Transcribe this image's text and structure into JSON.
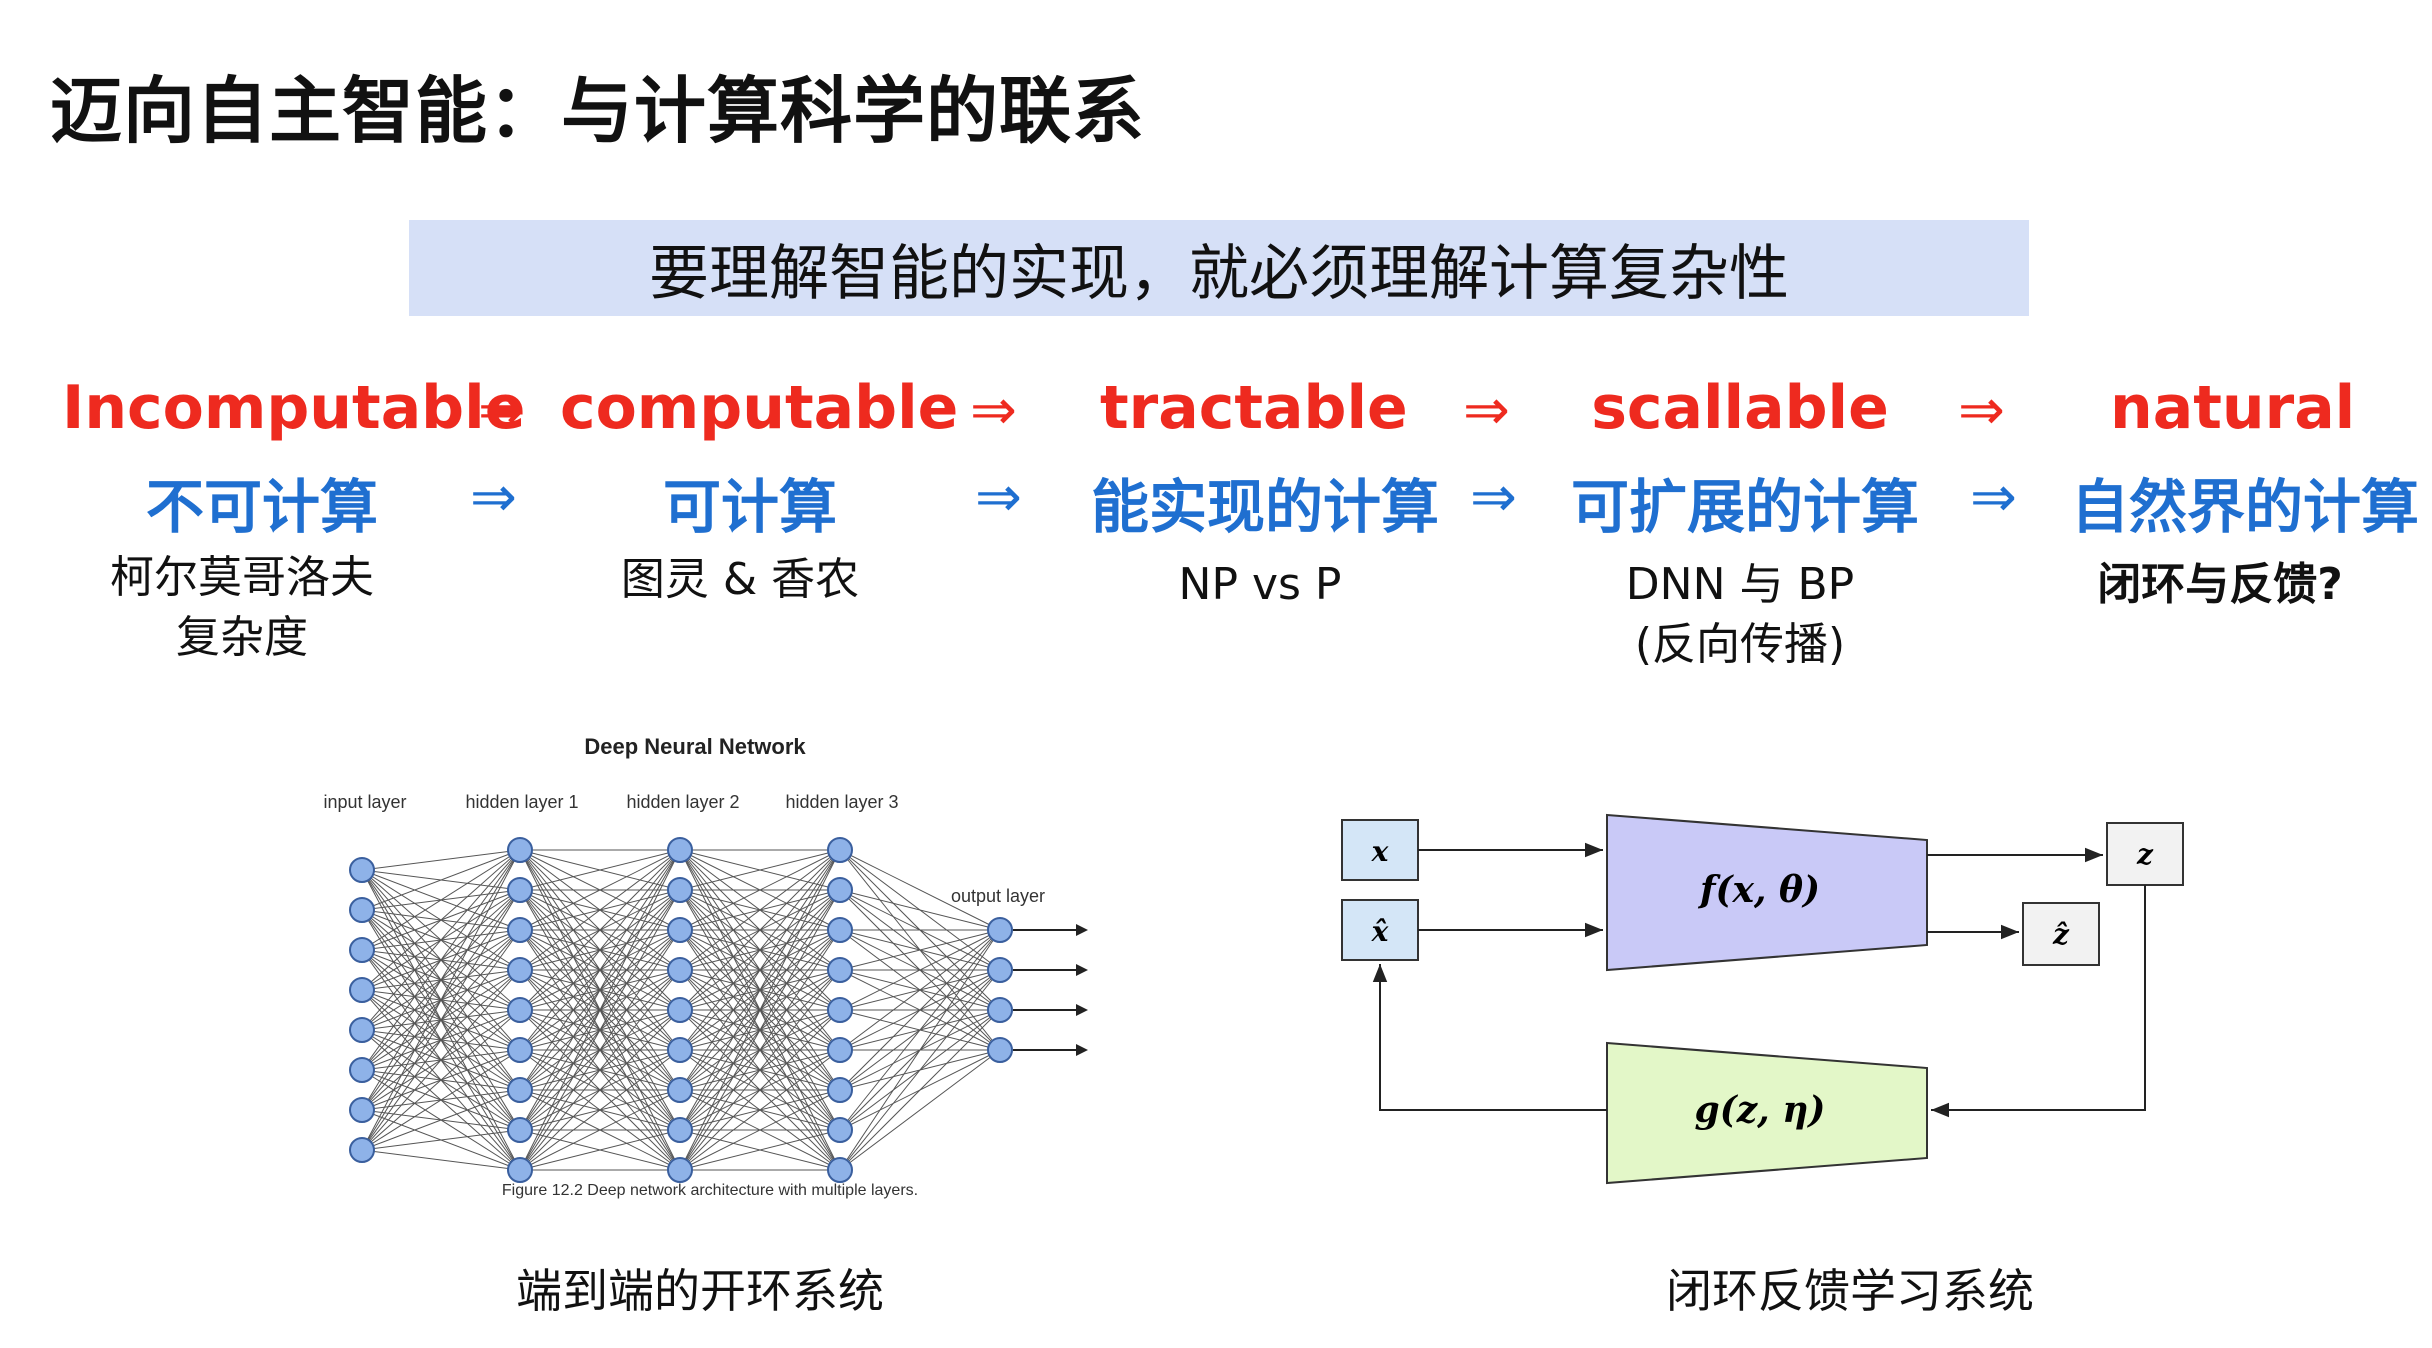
{
  "slide": {
    "title": "迈向自主智能：与计算科学的联系",
    "banner": "要理解智能的实现，就必须理解计算复杂性"
  },
  "arrow": "⇒",
  "stages": [
    {
      "en": "Incomputable",
      "zh": "不可计算",
      "note1": "柯尔莫哥洛夫",
      "note2": "复杂度"
    },
    {
      "en": "computable",
      "zh": "可计算",
      "note1": "图灵 & 香农",
      "note2": ""
    },
    {
      "en": "tractable",
      "zh": "能实现的计算",
      "note1": "NP vs P",
      "note2": ""
    },
    {
      "en": "scallable",
      "zh": "可扩展的计算",
      "note1": "DNN 与 BP",
      "note2": "(反向传播)"
    },
    {
      "en": "natural",
      "zh": "自然界的计算",
      "note1": "闭环与反馈?",
      "note2": ""
    }
  ],
  "dnn": {
    "title": "Deep Neural Network",
    "layers": [
      "input layer",
      "hidden layer 1",
      "hidden layer 2",
      "hidden layer 3",
      "output layer"
    ],
    "figure_caption": "Figure 12.2 Deep network architecture with multiple layers.",
    "caption": "端到端的开环系统"
  },
  "loop": {
    "input_x": "x",
    "input_xhat": "x̂",
    "encoder": "f(x, θ)",
    "output_z": "z",
    "output_zhat": "ẑ",
    "decoder": "g(z, η)",
    "caption": "闭环反馈学习系统",
    "colors": {
      "encoder": "#c9c9f7",
      "decoder": "#e3f7c8",
      "inputs": "#d4e6f7"
    }
  }
}
